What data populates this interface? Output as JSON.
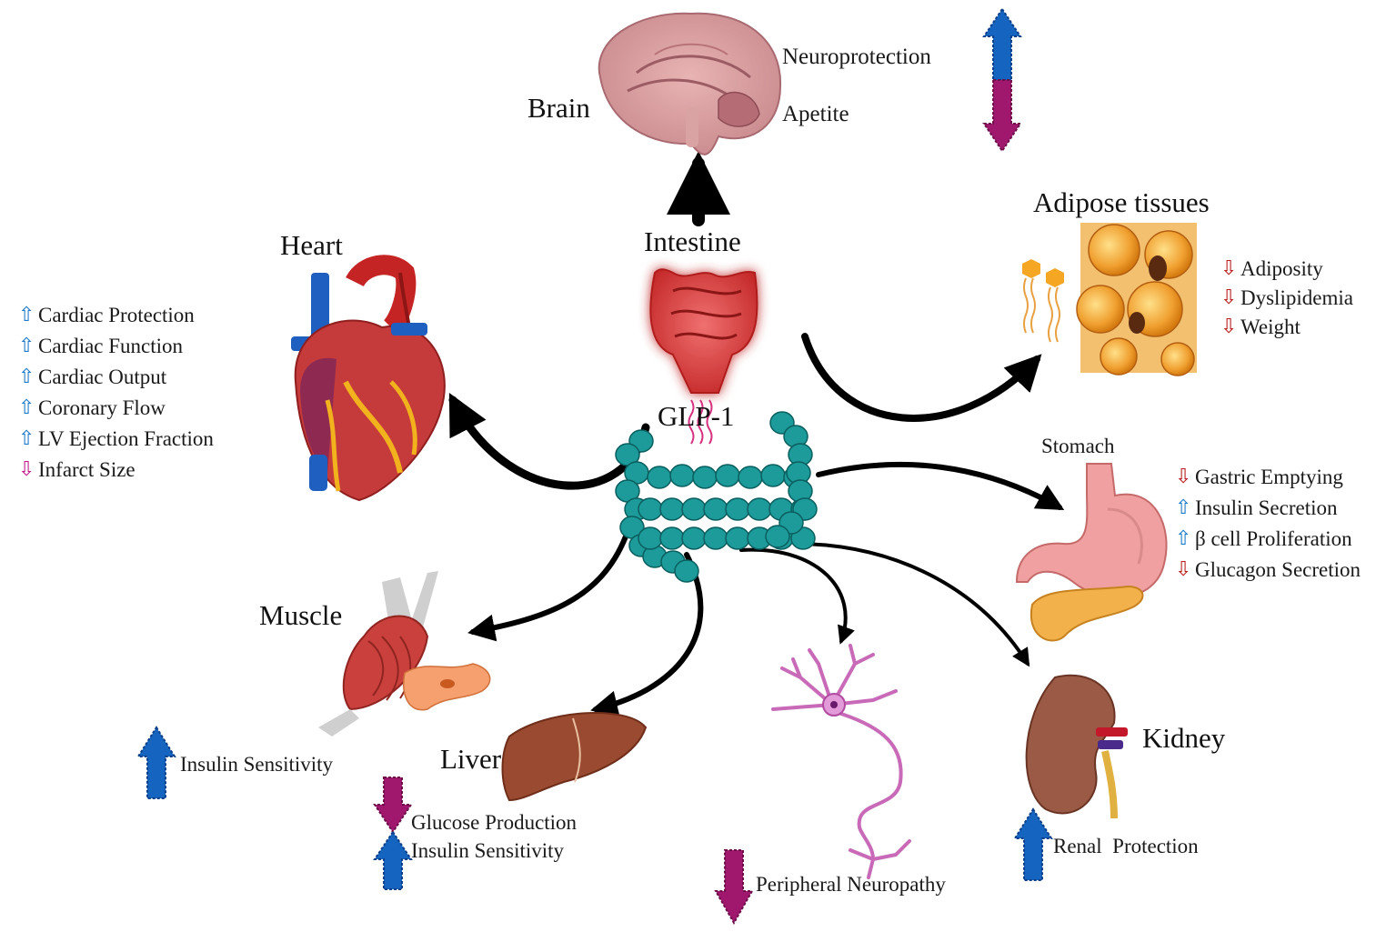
{
  "colors": {
    "up_arrow": "#1c78c8",
    "down_arrow_magenta": "#c0188a",
    "down_arrow_red": "#b81c1c",
    "big_up_arrow": "#1565c0",
    "big_down_arrow": "#a0186e",
    "glp1_chain": "#1d9a9a"
  },
  "center": {
    "source_label": "Intestine",
    "hormone_label": "GLP-1"
  },
  "brain": {
    "label": "Brain",
    "effects": [
      {
        "direction": "up",
        "text": "Neuroprotection"
      },
      {
        "direction": "down",
        "text": "Apetite"
      }
    ]
  },
  "heart": {
    "label": "Heart",
    "effects": [
      {
        "direction": "up",
        "text": "Cardiac Protection"
      },
      {
        "direction": "up",
        "text": "Cardiac Function"
      },
      {
        "direction": "up",
        "text": "Cardiac Output"
      },
      {
        "direction": "up",
        "text": "Coronary Flow"
      },
      {
        "direction": "up",
        "text": "LV Ejection Fraction"
      },
      {
        "direction": "down",
        "text": "Infarct Size"
      }
    ]
  },
  "adipose": {
    "label": "Adipose tissues",
    "effects": [
      {
        "direction": "down",
        "text": "Adiposity"
      },
      {
        "direction": "down",
        "text": "Dyslipidemia"
      },
      {
        "direction": "down",
        "text": "Weight"
      }
    ]
  },
  "stomach": {
    "label": "Stomach",
    "effects": [
      {
        "direction": "down",
        "text": "Gastric Emptying"
      },
      {
        "direction": "up",
        "text": "Insulin Secretion"
      },
      {
        "direction": "up",
        "text": "β cell Proliferation"
      },
      {
        "direction": "down",
        "text": "Glucagon Secretion"
      }
    ]
  },
  "muscle": {
    "label": "Muscle",
    "effects": [
      {
        "direction": "up",
        "text": "Insulin Sensitivity"
      }
    ]
  },
  "liver": {
    "label": "Liver",
    "effects": [
      {
        "direction": "down",
        "text": "Glucose Production"
      },
      {
        "direction": "up",
        "text": "Insulin Sensitivity"
      }
    ]
  },
  "neuron": {
    "effects": [
      {
        "direction": "down",
        "text": "Peripheral Neuropathy"
      }
    ]
  },
  "kidney": {
    "label": "Kidney",
    "effects": [
      {
        "direction": "up",
        "text": "Renal  Protection"
      }
    ]
  }
}
